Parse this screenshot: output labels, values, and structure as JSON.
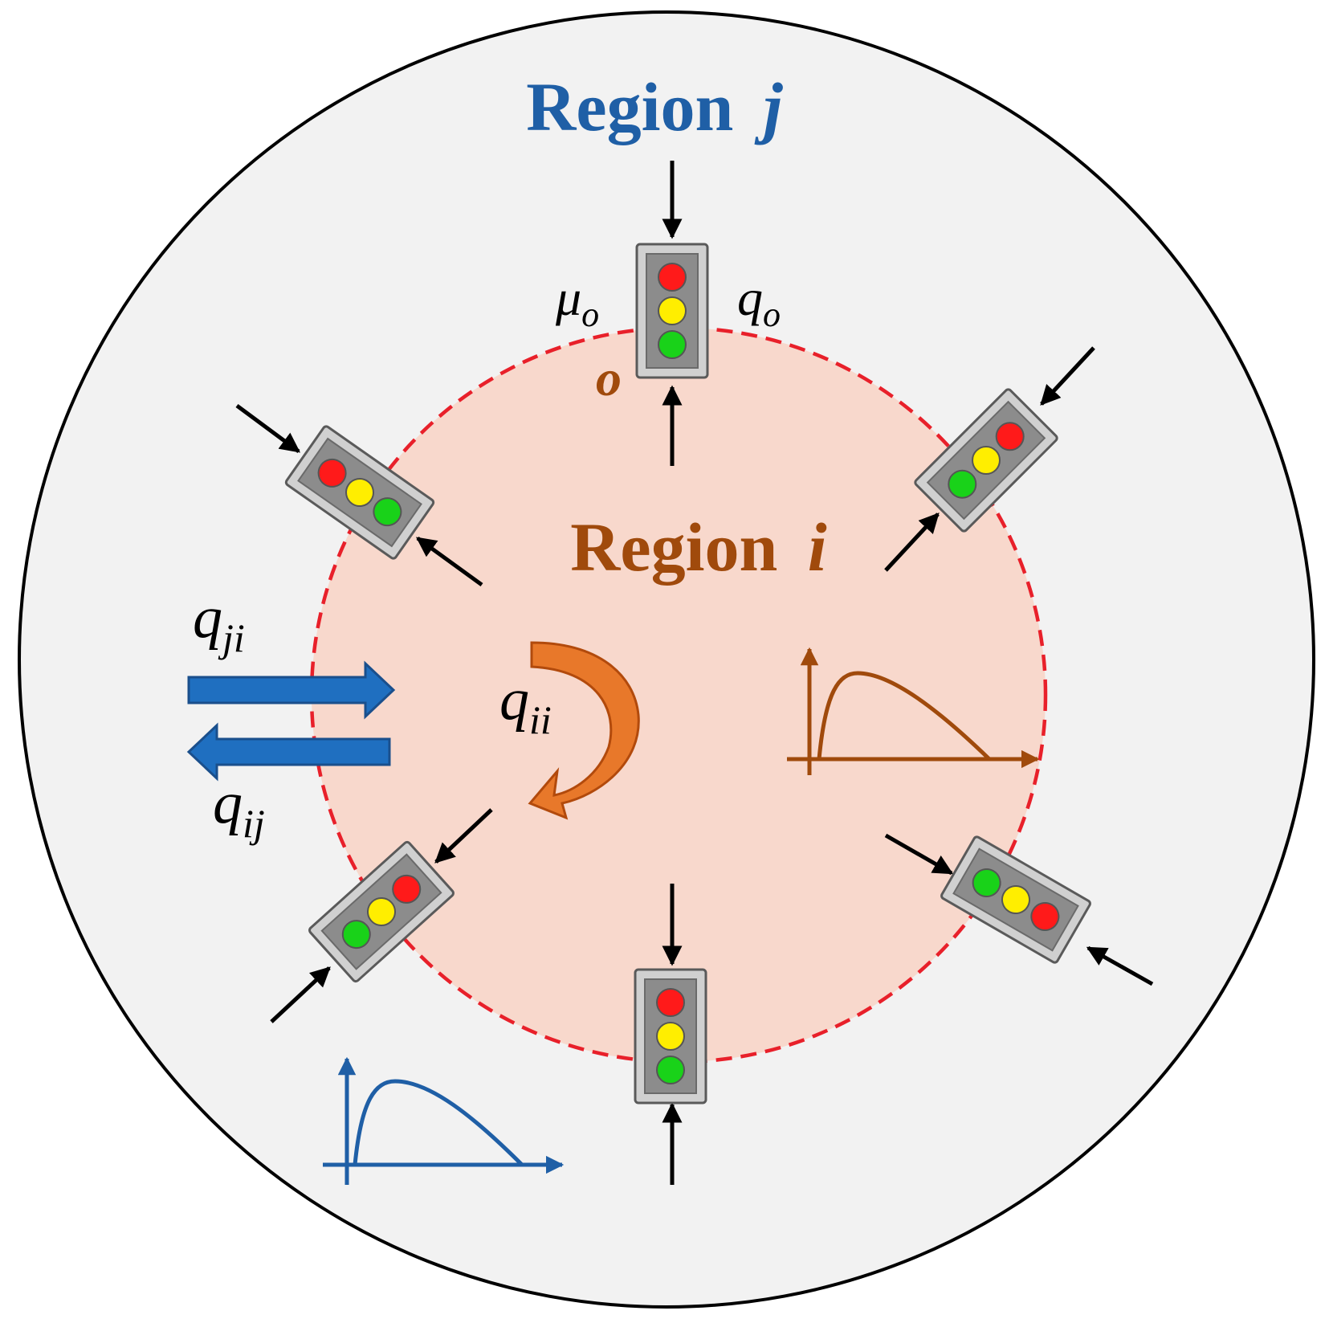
{
  "colors": {
    "outer_fill": "#f2f2f2",
    "outer_stroke": "#000000",
    "inner_fill": "#f8d8cc",
    "inner_stroke": "#e8202a",
    "region_j_label": "#1f5fa6",
    "region_i_label": "#a04a0c",
    "flow_arrow_fill": "#1f6fc0",
    "flow_arrow_stroke": "#1a4f8c",
    "loop_arrow": "#e8782a",
    "curve_i": "#a04a0c",
    "curve_j": "#1f5fa6",
    "light_red": "#ff1a1a",
    "light_yellow": "#ffee00",
    "light_green": "#19d219",
    "light_housing": "#8c8c8c"
  },
  "labels": {
    "region_j_word": "Region",
    "region_j_var": "j",
    "region_i_word": "Region",
    "region_i_var": "i",
    "node_o": "o",
    "mu_base": "μ",
    "mu_sub": "o",
    "q_o_base": "q",
    "q_o_sub": "o",
    "q_ji_base": "q",
    "q_ji_sub": "ji",
    "q_ij_base": "q",
    "q_ij_sub": "ij",
    "q_ii_base": "q",
    "q_ii_sub": "ii"
  },
  "icons": {
    "traffic_light": "traffic-light-icon",
    "flow_curve": "mfd-curve-icon"
  }
}
